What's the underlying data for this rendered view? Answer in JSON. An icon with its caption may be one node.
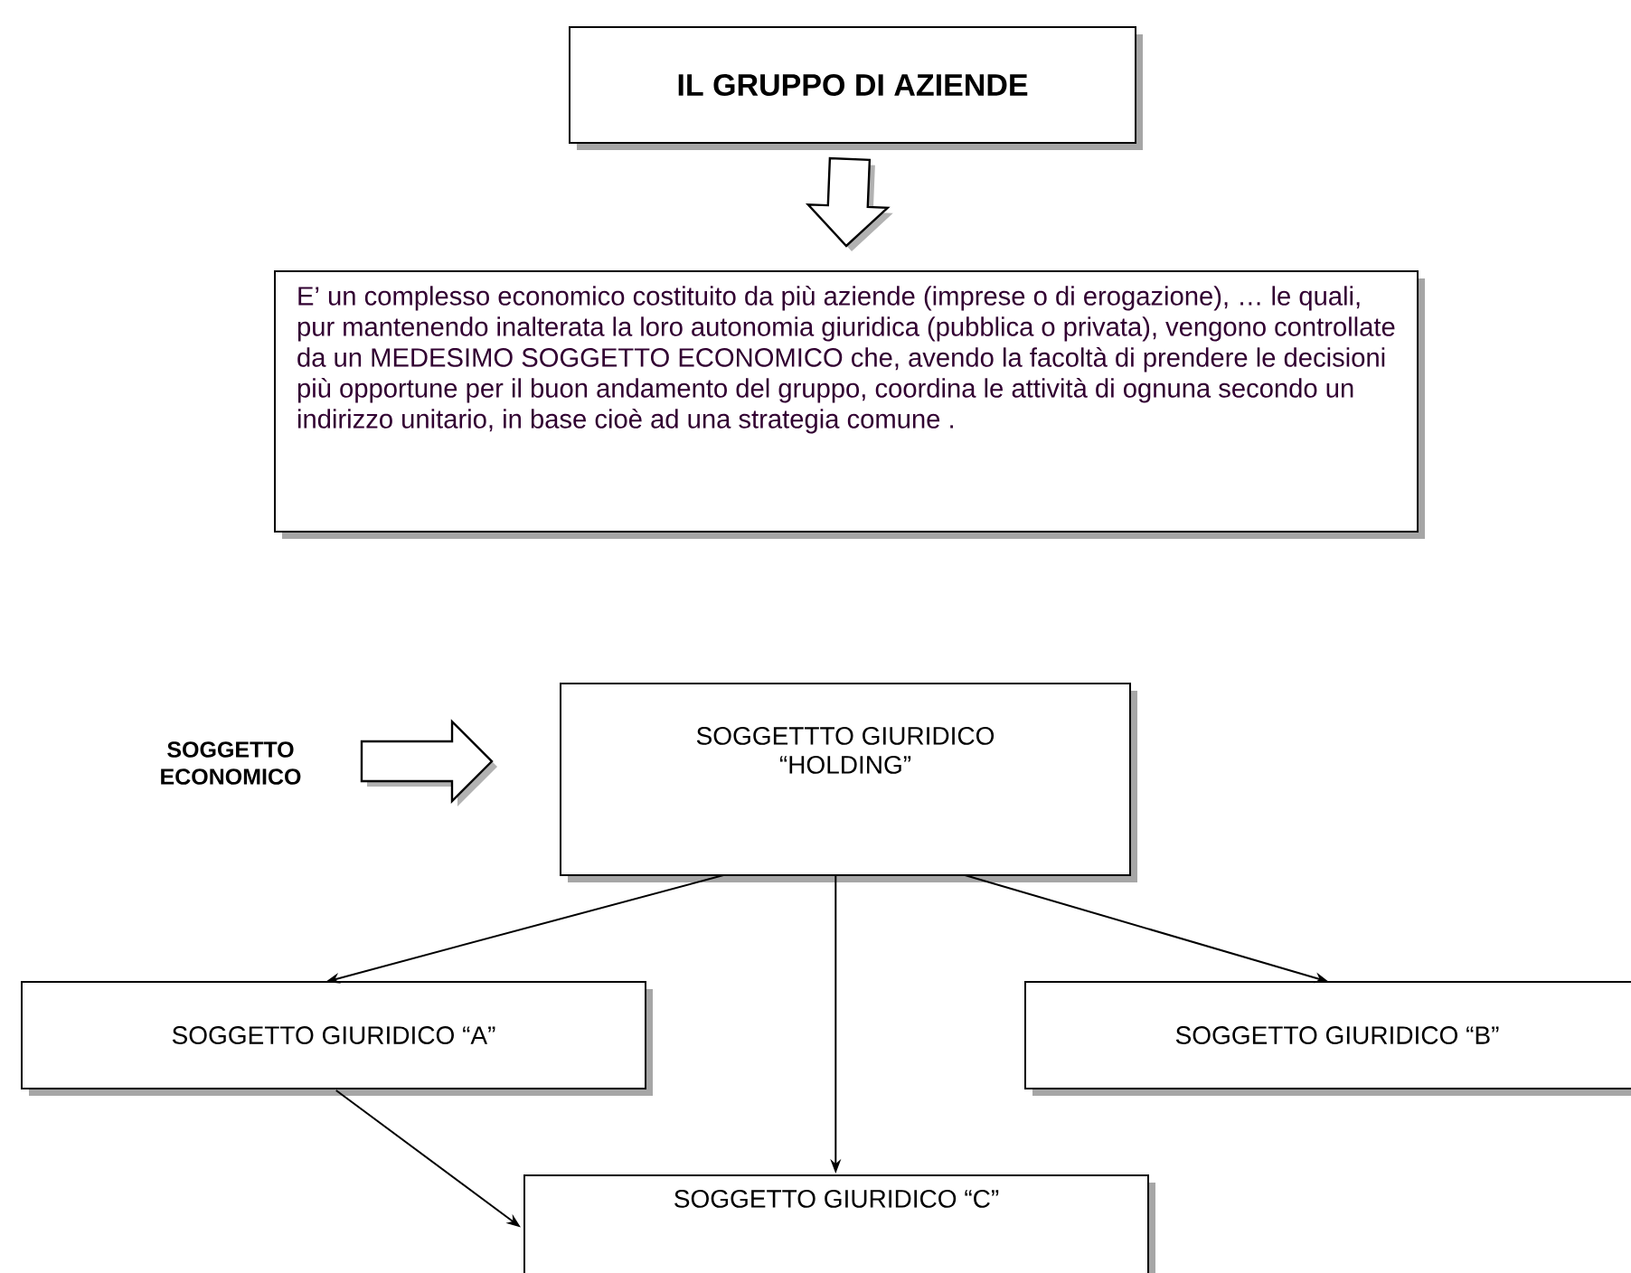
{
  "diagram": {
    "nodes": [
      {
        "text": [
          "IL GRUPPO DI AZIENDE"
        ]
      },
      {
        "text": [
          "E’ un complesso economico costituito da più aziende (imprese o di erogazione), … le quali, pur mantenendo inalterata la loro autonomia giuridica (pubblica o privata), vengono controllate da un MEDESIMO SOGGETTO ECONOMICO che, avendo la facoltà di prendere le decisioni più opportune per il buon andamento del gruppo, coordina le attività di ognuna secondo un indirizzo unitario, in base cioè ad una strategia comune ."
        ]
      },
      {
        "text": [
          "SOGGETTO ECONOMICO"
        ]
      },
      {
        "text": [
          "SOGGETTTO GIURIDICO “HOLDING”"
        ]
      },
      {
        "text": [
          "SOGGETTO GIURIDICO “A”"
        ]
      },
      {
        "text": [
          "SOGGETTO GIURIDICO “B”"
        ]
      },
      {
        "text": [
          "SOGGETTO GIURIDICO “C”"
        ]
      }
    ],
    "edges": [
      {
        "from": 0,
        "to": 1,
        "arrow": "to",
        "style": "thick"
      },
      {
        "from": 2,
        "to": 3,
        "arrow": "to",
        "style": "thick"
      },
      {
        "from": 3,
        "to": 4,
        "arrow": "to"
      },
      {
        "from": 3,
        "to": 6,
        "arrow": "to"
      },
      {
        "from": 3,
        "to": 5,
        "arrow": "to"
      },
      {
        "from": 4,
        "to": 6,
        "arrow": "to"
      }
    ]
  }
}
